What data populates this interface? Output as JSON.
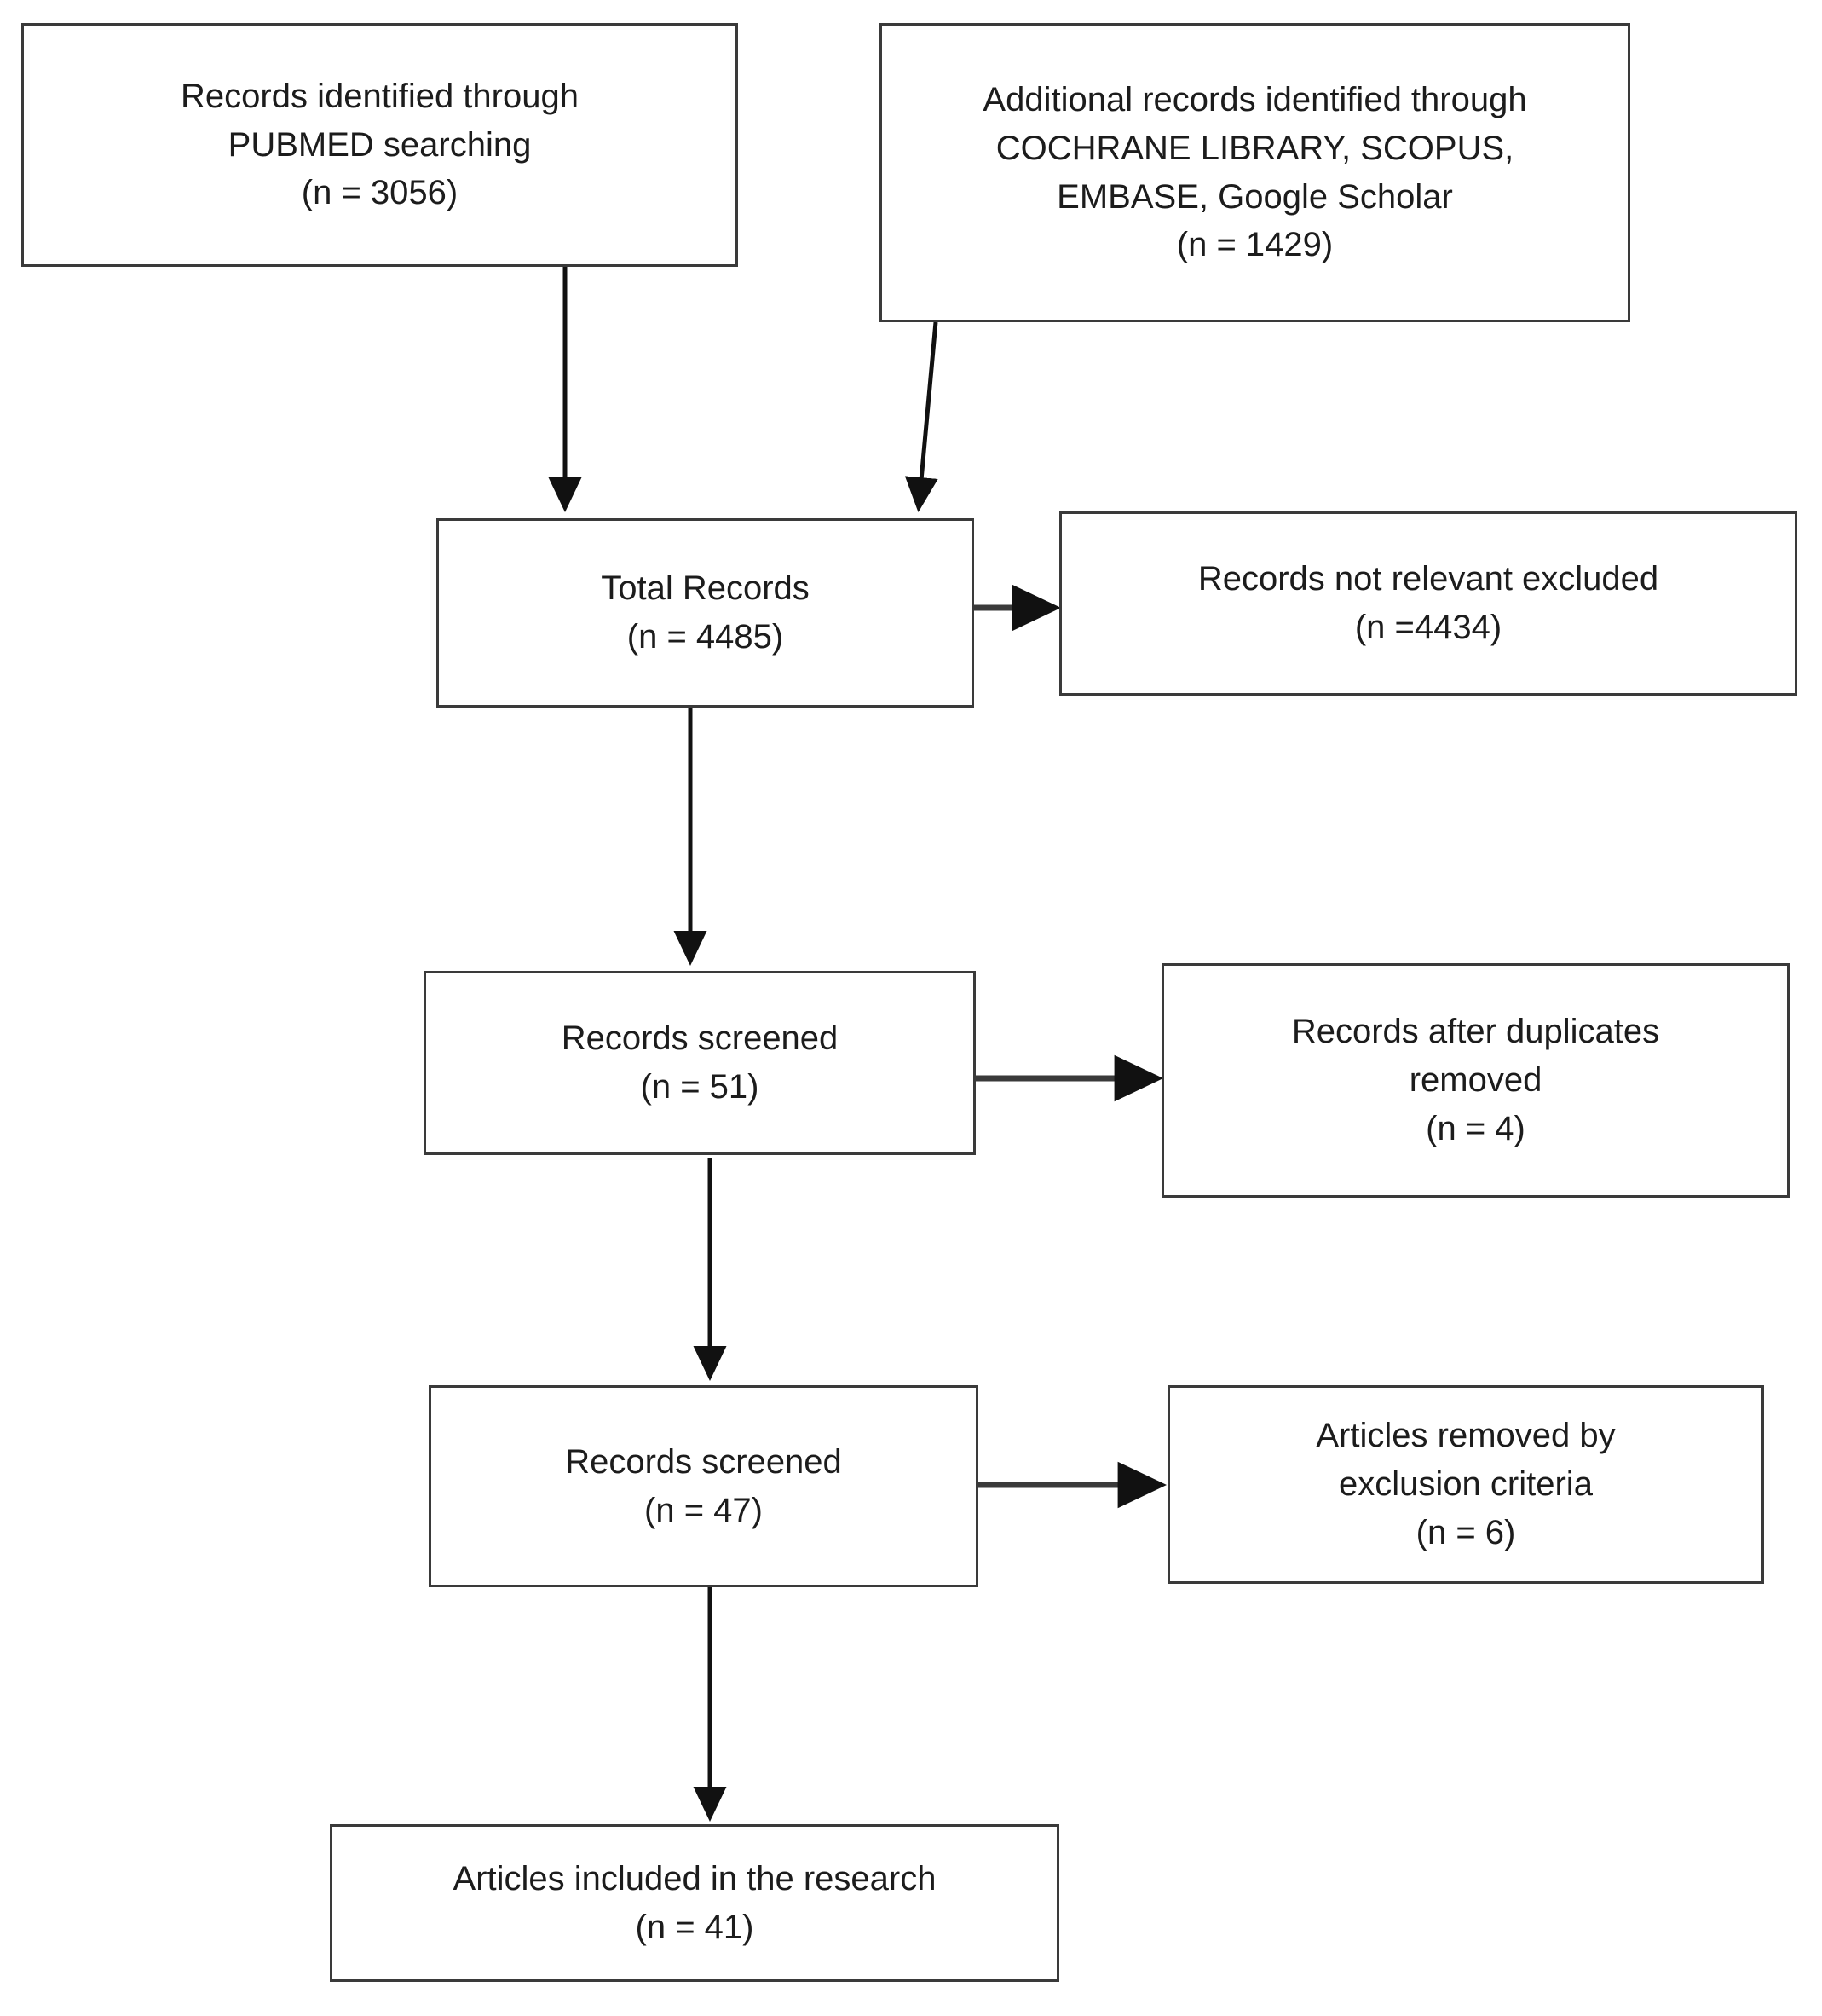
{
  "diagram": {
    "type": "prisma-flow-diagram",
    "stroke_color": "#3a3a3a",
    "text_color": "#1c1c1c",
    "background": "#ffffff",
    "nodes": {
      "identification_pubmed": {
        "lines": [
          "Records identified through",
          "PUBMED searching",
          "(n = 3056)"
        ],
        "count": 3056
      },
      "identification_additional": {
        "lines": [
          "Additional records identified through",
          "COCHRANE LIBRARY, SCOPUS,",
          "EMBASE, Google Scholar",
          "(n = 1429)"
        ],
        "count": 1429
      },
      "total_records": {
        "lines": [
          "Total Records",
          "(n = 4485)"
        ],
        "count": 4485
      },
      "not_relevant_excluded": {
        "lines": [
          "Records not relevant excluded",
          "(n =4434)"
        ],
        "count": 4434
      },
      "records_screened_51": {
        "lines": [
          "Records screened",
          "(n = 51)"
        ],
        "count": 51
      },
      "duplicates_removed": {
        "lines": [
          "Records after duplicates",
          "removed",
          "(n = 4)"
        ],
        "count": 4
      },
      "records_screened_47": {
        "lines": [
          "Records screened",
          "(n = 47)"
        ],
        "count": 47
      },
      "articles_removed_exclusion": {
        "lines": [
          "Articles removed by",
          "exclusion criteria",
          "(n = 6)"
        ],
        "count": 6
      },
      "articles_included": {
        "lines": [
          "Articles included in the research",
          "(n = 41)"
        ],
        "count": 41
      }
    },
    "edges": [
      {
        "name": "pubmed-to-total",
        "from": "identification_pubmed",
        "to": "total_records",
        "direction": "down"
      },
      {
        "name": "additional-to-total",
        "from": "identification_additional",
        "to": "total_records",
        "direction": "down-left-diagonal"
      },
      {
        "name": "total-to-excluded",
        "from": "total_records",
        "to": "not_relevant_excluded",
        "direction": "right"
      },
      {
        "name": "total-to-screened51",
        "from": "total_records",
        "to": "records_screened_51",
        "direction": "down"
      },
      {
        "name": "screened51-to-duplicates",
        "from": "records_screened_51",
        "to": "duplicates_removed",
        "direction": "right"
      },
      {
        "name": "screened51-to-screened47",
        "from": "records_screened_51",
        "to": "records_screened_47",
        "direction": "down"
      },
      {
        "name": "screened47-to-removed",
        "from": "records_screened_47",
        "to": "articles_removed_exclusion",
        "direction": "right"
      },
      {
        "name": "screened47-to-included",
        "from": "records_screened_47",
        "to": "articles_included",
        "direction": "down"
      }
    ]
  }
}
